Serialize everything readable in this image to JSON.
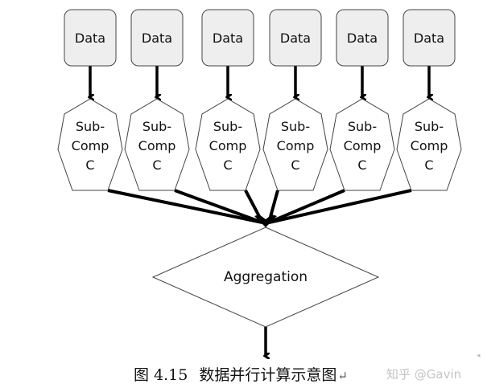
{
  "diagram": {
    "title": "数据并行计算示意图",
    "data_nodes": [
      {
        "label": "Data"
      },
      {
        "label": "Data"
      },
      {
        "label": "Data"
      },
      {
        "label": "Data"
      },
      {
        "label": "Data"
      },
      {
        "label": "Data"
      }
    ],
    "sub_nodes": [
      {
        "lines": [
          "Sub-",
          "Comp",
          "C"
        ]
      },
      {
        "lines": [
          "Sub-",
          "Comp",
          "C"
        ]
      },
      {
        "lines": [
          "Sub-",
          "Comp",
          "C"
        ]
      },
      {
        "lines": [
          "Sub-",
          "Comp",
          "C"
        ]
      },
      {
        "lines": [
          "Sub-",
          "Comp",
          "C"
        ]
      },
      {
        "lines": [
          "Sub-",
          "Comp",
          "C"
        ]
      }
    ],
    "aggregation": {
      "label": "Aggregation"
    },
    "edges": [
      {
        "from": "data-1",
        "to": "sub-1"
      },
      {
        "from": "data-2",
        "to": "sub-2"
      },
      {
        "from": "data-3",
        "to": "sub-3"
      },
      {
        "from": "data-4",
        "to": "sub-4"
      },
      {
        "from": "data-5",
        "to": "sub-5"
      },
      {
        "from": "data-6",
        "to": "sub-6"
      },
      {
        "from": "sub-1",
        "to": "aggregation"
      },
      {
        "from": "sub-2",
        "to": "aggregation"
      },
      {
        "from": "sub-3",
        "to": "aggregation"
      },
      {
        "from": "sub-4",
        "to": "aggregation"
      },
      {
        "from": "sub-5",
        "to": "aggregation"
      },
      {
        "from": "sub-6",
        "to": "aggregation"
      },
      {
        "from": "aggregation",
        "to": "output"
      }
    ],
    "colors": {
      "data_fill": "#eeeeee",
      "stroke": "#444444",
      "arrow": "#000000"
    }
  },
  "caption": {
    "figure_label": "图 4.15",
    "text": "数据并行计算示意图",
    "return_mark": "↵"
  },
  "watermark": "知乎 @Gavin"
}
